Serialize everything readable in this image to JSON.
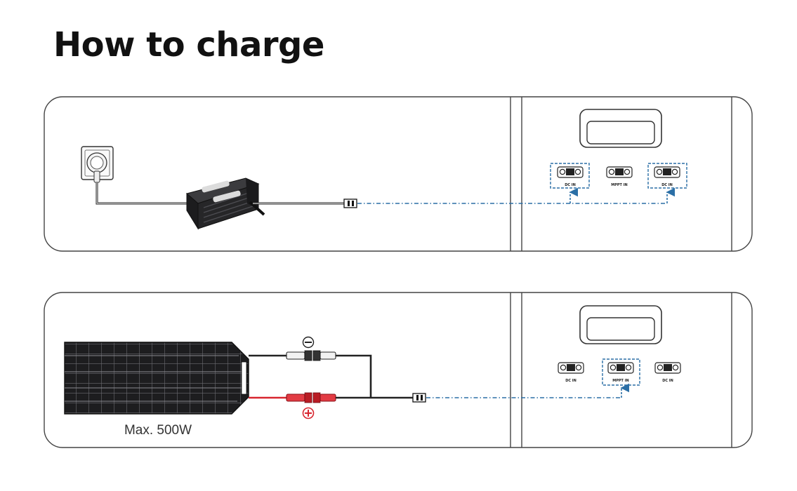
{
  "page": {
    "title": "How to charge"
  },
  "panel_ac": {
    "ports": [
      {
        "label": "DC IN",
        "highlighted": true
      },
      {
        "label": "MPPT IN",
        "highlighted": false
      },
      {
        "label": "DC IN",
        "highlighted": true
      }
    ]
  },
  "panel_solar": {
    "wattage_label": "Max. 500W",
    "ports": [
      {
        "label": "DC IN",
        "highlighted": false
      },
      {
        "label": "MPPT IN",
        "highlighted": true
      },
      {
        "label": "DC IN",
        "highlighted": false
      }
    ]
  },
  "colors": {
    "dashed_line": "#2b6fa6",
    "highlight_box": "#2b6fa6",
    "positive_cable": "#d8262f",
    "panel_border": "#444444"
  }
}
